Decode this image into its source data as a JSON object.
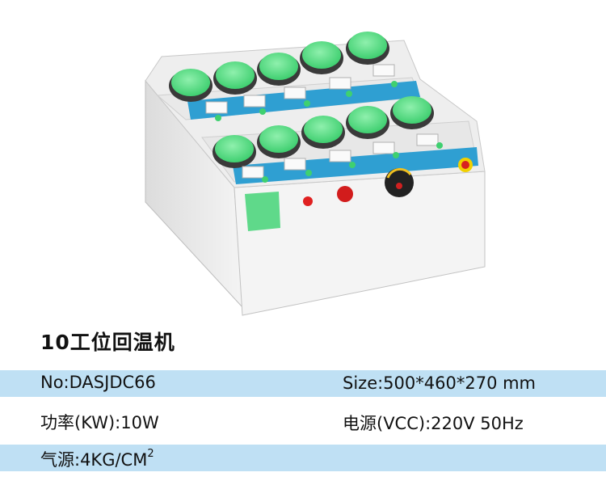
{
  "product": {
    "title": "10工位回温机",
    "station_count": 10
  },
  "specs": {
    "model": "No:DASJDC66",
    "size": "Size:500*460*270 mm",
    "power": "功率(KW):10W",
    "voltage": "电源(VCC):220V 50Hz",
    "air_source": "气源:4KG/CM",
    "air_source_unit_sup": "2"
  },
  "colors": {
    "body": "#f2f2f2",
    "panel": "#2f9fd2",
    "cap": "#5fe08a",
    "row_shade": "#bfe0f4"
  }
}
